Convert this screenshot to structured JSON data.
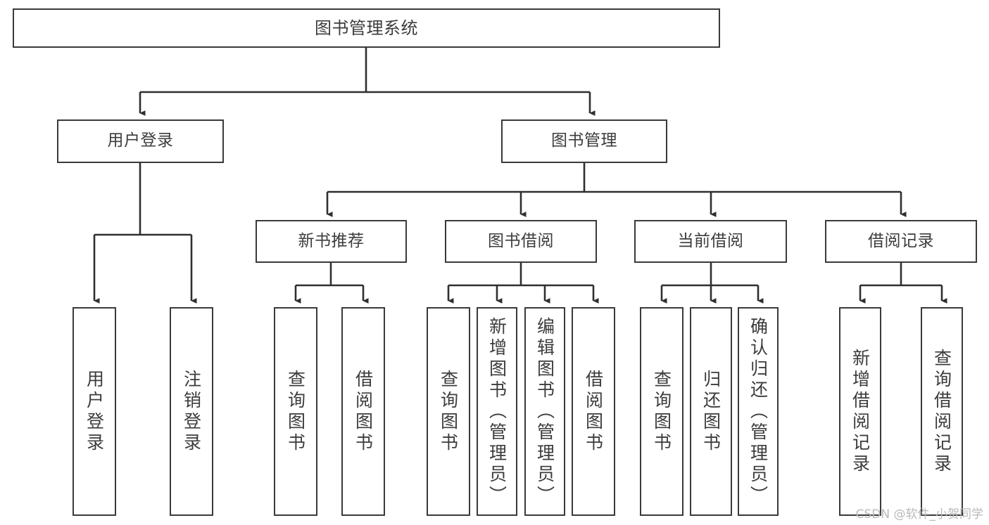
{
  "diagram": {
    "title": "图书管理系统",
    "type": "tree-hierarchy-chart",
    "watermark": "CSDN @软件_小贺同学",
    "colors": {
      "box_border": "#3a3a3a",
      "box_fill": "#ffffff",
      "connector": "#2f2f2f",
      "text": "#3c3c3c",
      "watermark": "#b9b9b9",
      "background": "#ffffff"
    }
  },
  "nodes": {
    "root": {
      "label": "图书管理系统"
    },
    "level2": [
      {
        "label": "用户登录"
      },
      {
        "label": "图书管理"
      }
    ],
    "level3": [
      {
        "label": "新书推荐"
      },
      {
        "label": "图书借阅"
      },
      {
        "label": "当前借阅"
      },
      {
        "label": "借阅记录"
      }
    ],
    "leaves": [
      {
        "label": "用户登录",
        "parent": "用户登录"
      },
      {
        "label": "注销登录",
        "parent": "用户登录"
      },
      {
        "label": "查询图书",
        "parent": "新书推荐"
      },
      {
        "label": "借阅图书",
        "parent": "新书推荐"
      },
      {
        "label": "查询图书",
        "parent": "图书借阅"
      },
      {
        "label": "新增图书（管理员）",
        "parent": "图书借阅"
      },
      {
        "label": "编辑图书（管理员）",
        "parent": "图书借阅"
      },
      {
        "label": "借阅图书",
        "parent": "图书借阅"
      },
      {
        "label": "查询图书",
        "parent": "当前借阅"
      },
      {
        "label": "归还图书",
        "parent": "当前借阅"
      },
      {
        "label": "确认归还（管理员）",
        "parent": "当前借阅"
      },
      {
        "label": "新增借阅记录",
        "parent": "借阅记录"
      },
      {
        "label": "查询借阅记录",
        "parent": "借阅记录"
      }
    ]
  }
}
